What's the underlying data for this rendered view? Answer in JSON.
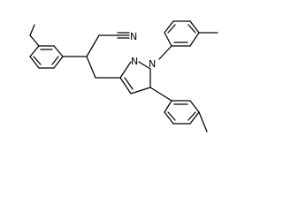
{
  "molecule": {
    "atoms": [
      {
        "id": "a1",
        "label": "N"
      },
      {
        "id": "a2",
        "label": "N"
      },
      {
        "id": "a3",
        "label": "N"
      }
    ]
  },
  "colors": {
    "bond": "#000000",
    "label": "#000000",
    "background": "#ffffff"
  }
}
